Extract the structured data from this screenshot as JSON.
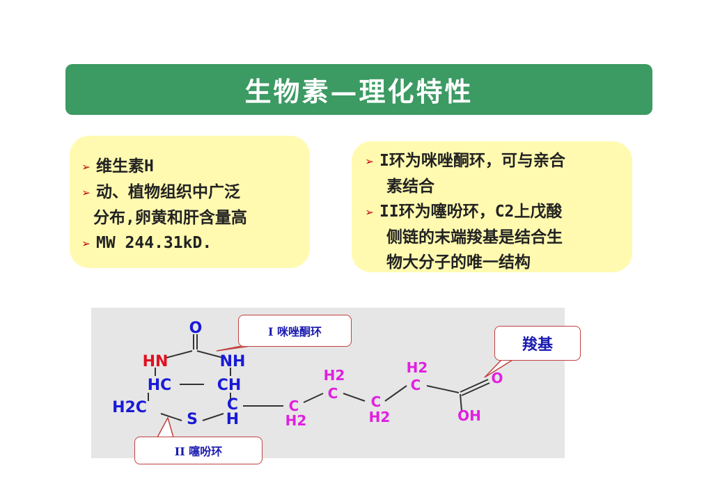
{
  "title": "生物素—理化特性",
  "left_box": {
    "items": [
      {
        "lines": [
          "维生素H"
        ]
      },
      {
        "lines": [
          "动、植物组织中广泛",
          "分布,卵黄和肝含量高"
        ]
      },
      {
        "lines": [
          "MW 244.31kD."
        ]
      }
    ]
  },
  "right_box": {
    "items": [
      {
        "lines": [
          "I环为咪唑酮环，可与亲合",
          "素结合"
        ]
      },
      {
        "lines": [
          "II环为噻吩环，C2上戊酸",
          "侧链的末端羧基是结合生",
          "物大分子的唯一结构"
        ]
      }
    ]
  },
  "callouts": {
    "ring1": "I 咪唑酮环",
    "carboxyl": "羧基",
    "ring2": "II    噻吩环"
  },
  "molecule": {
    "atoms": {
      "o_top": "O",
      "hn": "HN",
      "nh": "NH",
      "hc": "HC",
      "ch": "CH",
      "h2c": "H2C",
      "s": "S",
      "c_ring": "C",
      "h_ring": "H",
      "c1": "C",
      "h2_1": "H2",
      "h2_2": "H2",
      "c2": "C",
      "c3": "C",
      "h2_3": "H2",
      "h2_4": "H2",
      "c4": "C",
      "o_acid": "O",
      "oh": "OH"
    }
  },
  "colors": {
    "title_bg": "#3c9a63",
    "box_bg": "#fffab0",
    "bullet": "#c0000a",
    "atom_blue": "#1a1ad6",
    "atom_red": "#e01020",
    "atom_magenta": "#e020e0"
  }
}
